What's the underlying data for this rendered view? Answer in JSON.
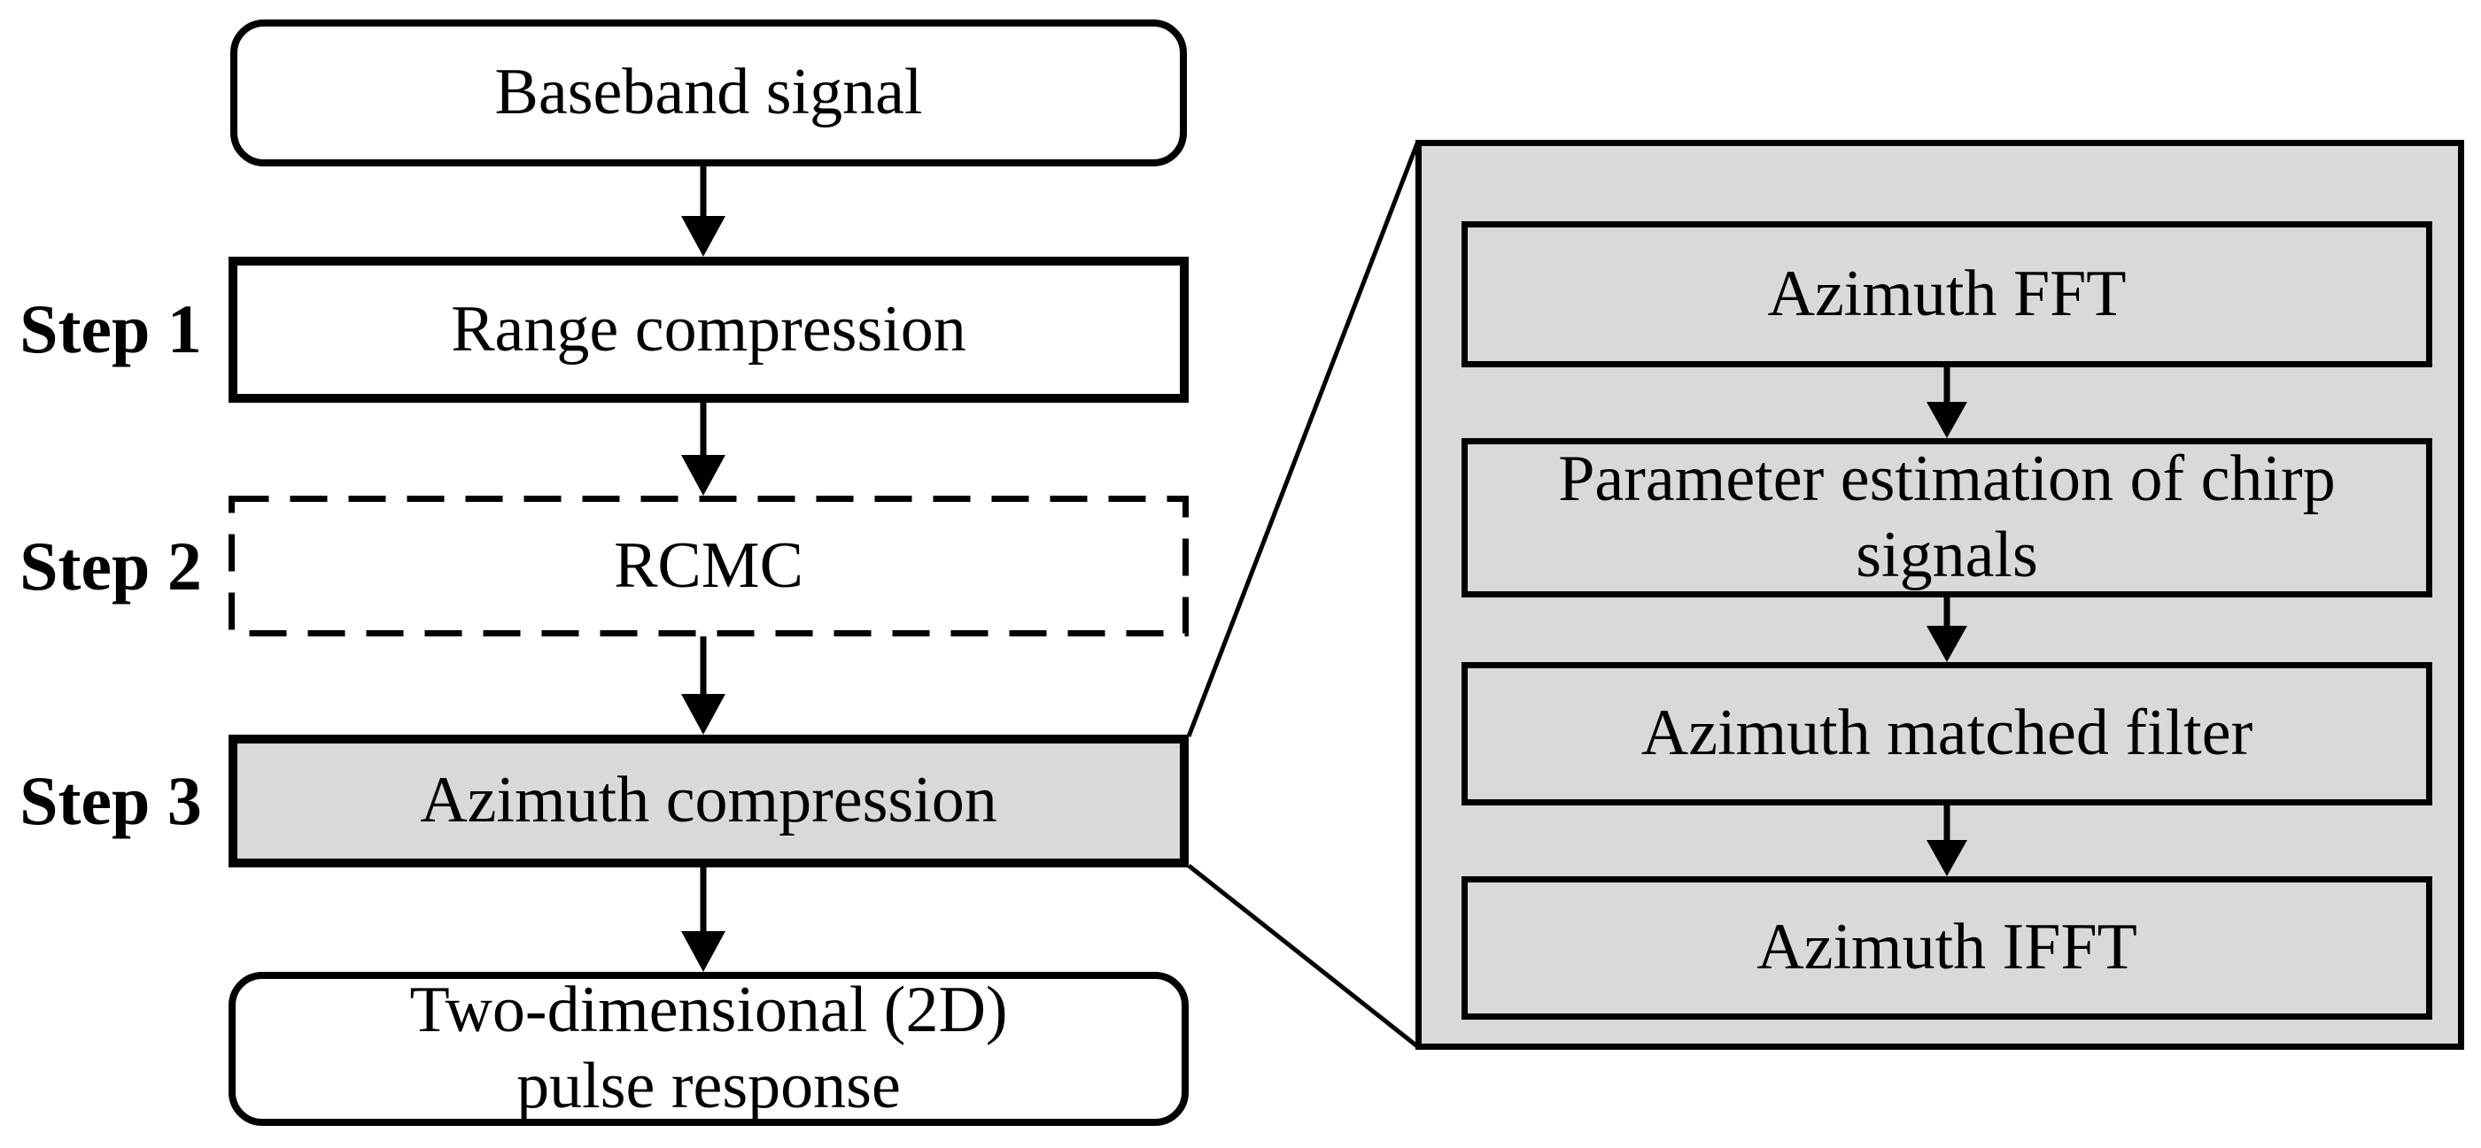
{
  "flowchart": {
    "nodes": {
      "baseband": {
        "label": "Baseband signal"
      },
      "range": {
        "label": "Range compression"
      },
      "rcmc": {
        "label": "RCMC"
      },
      "azimuth": {
        "label": "Azimuth compression"
      },
      "pulse": {
        "line1": "Two-dimensional (2D)",
        "line2": "pulse response"
      }
    },
    "steps": [
      {
        "label": "Step 1"
      },
      {
        "label": "Step 2"
      },
      {
        "label": "Step 3"
      }
    ],
    "detail_panel": {
      "fft": {
        "label": "Azimuth FFT"
      },
      "param": {
        "line1": "Parameter estimation of chirp",
        "line2": "signals"
      },
      "matched": {
        "label": "Azimuth matched filter"
      },
      "ifft": {
        "label": "Azimuth IFFT"
      }
    },
    "colors": {
      "background": "#ffffff",
      "node_fill": "#ffffff",
      "highlight_fill": "#d9d9d9",
      "stroke": "#000000"
    }
  }
}
